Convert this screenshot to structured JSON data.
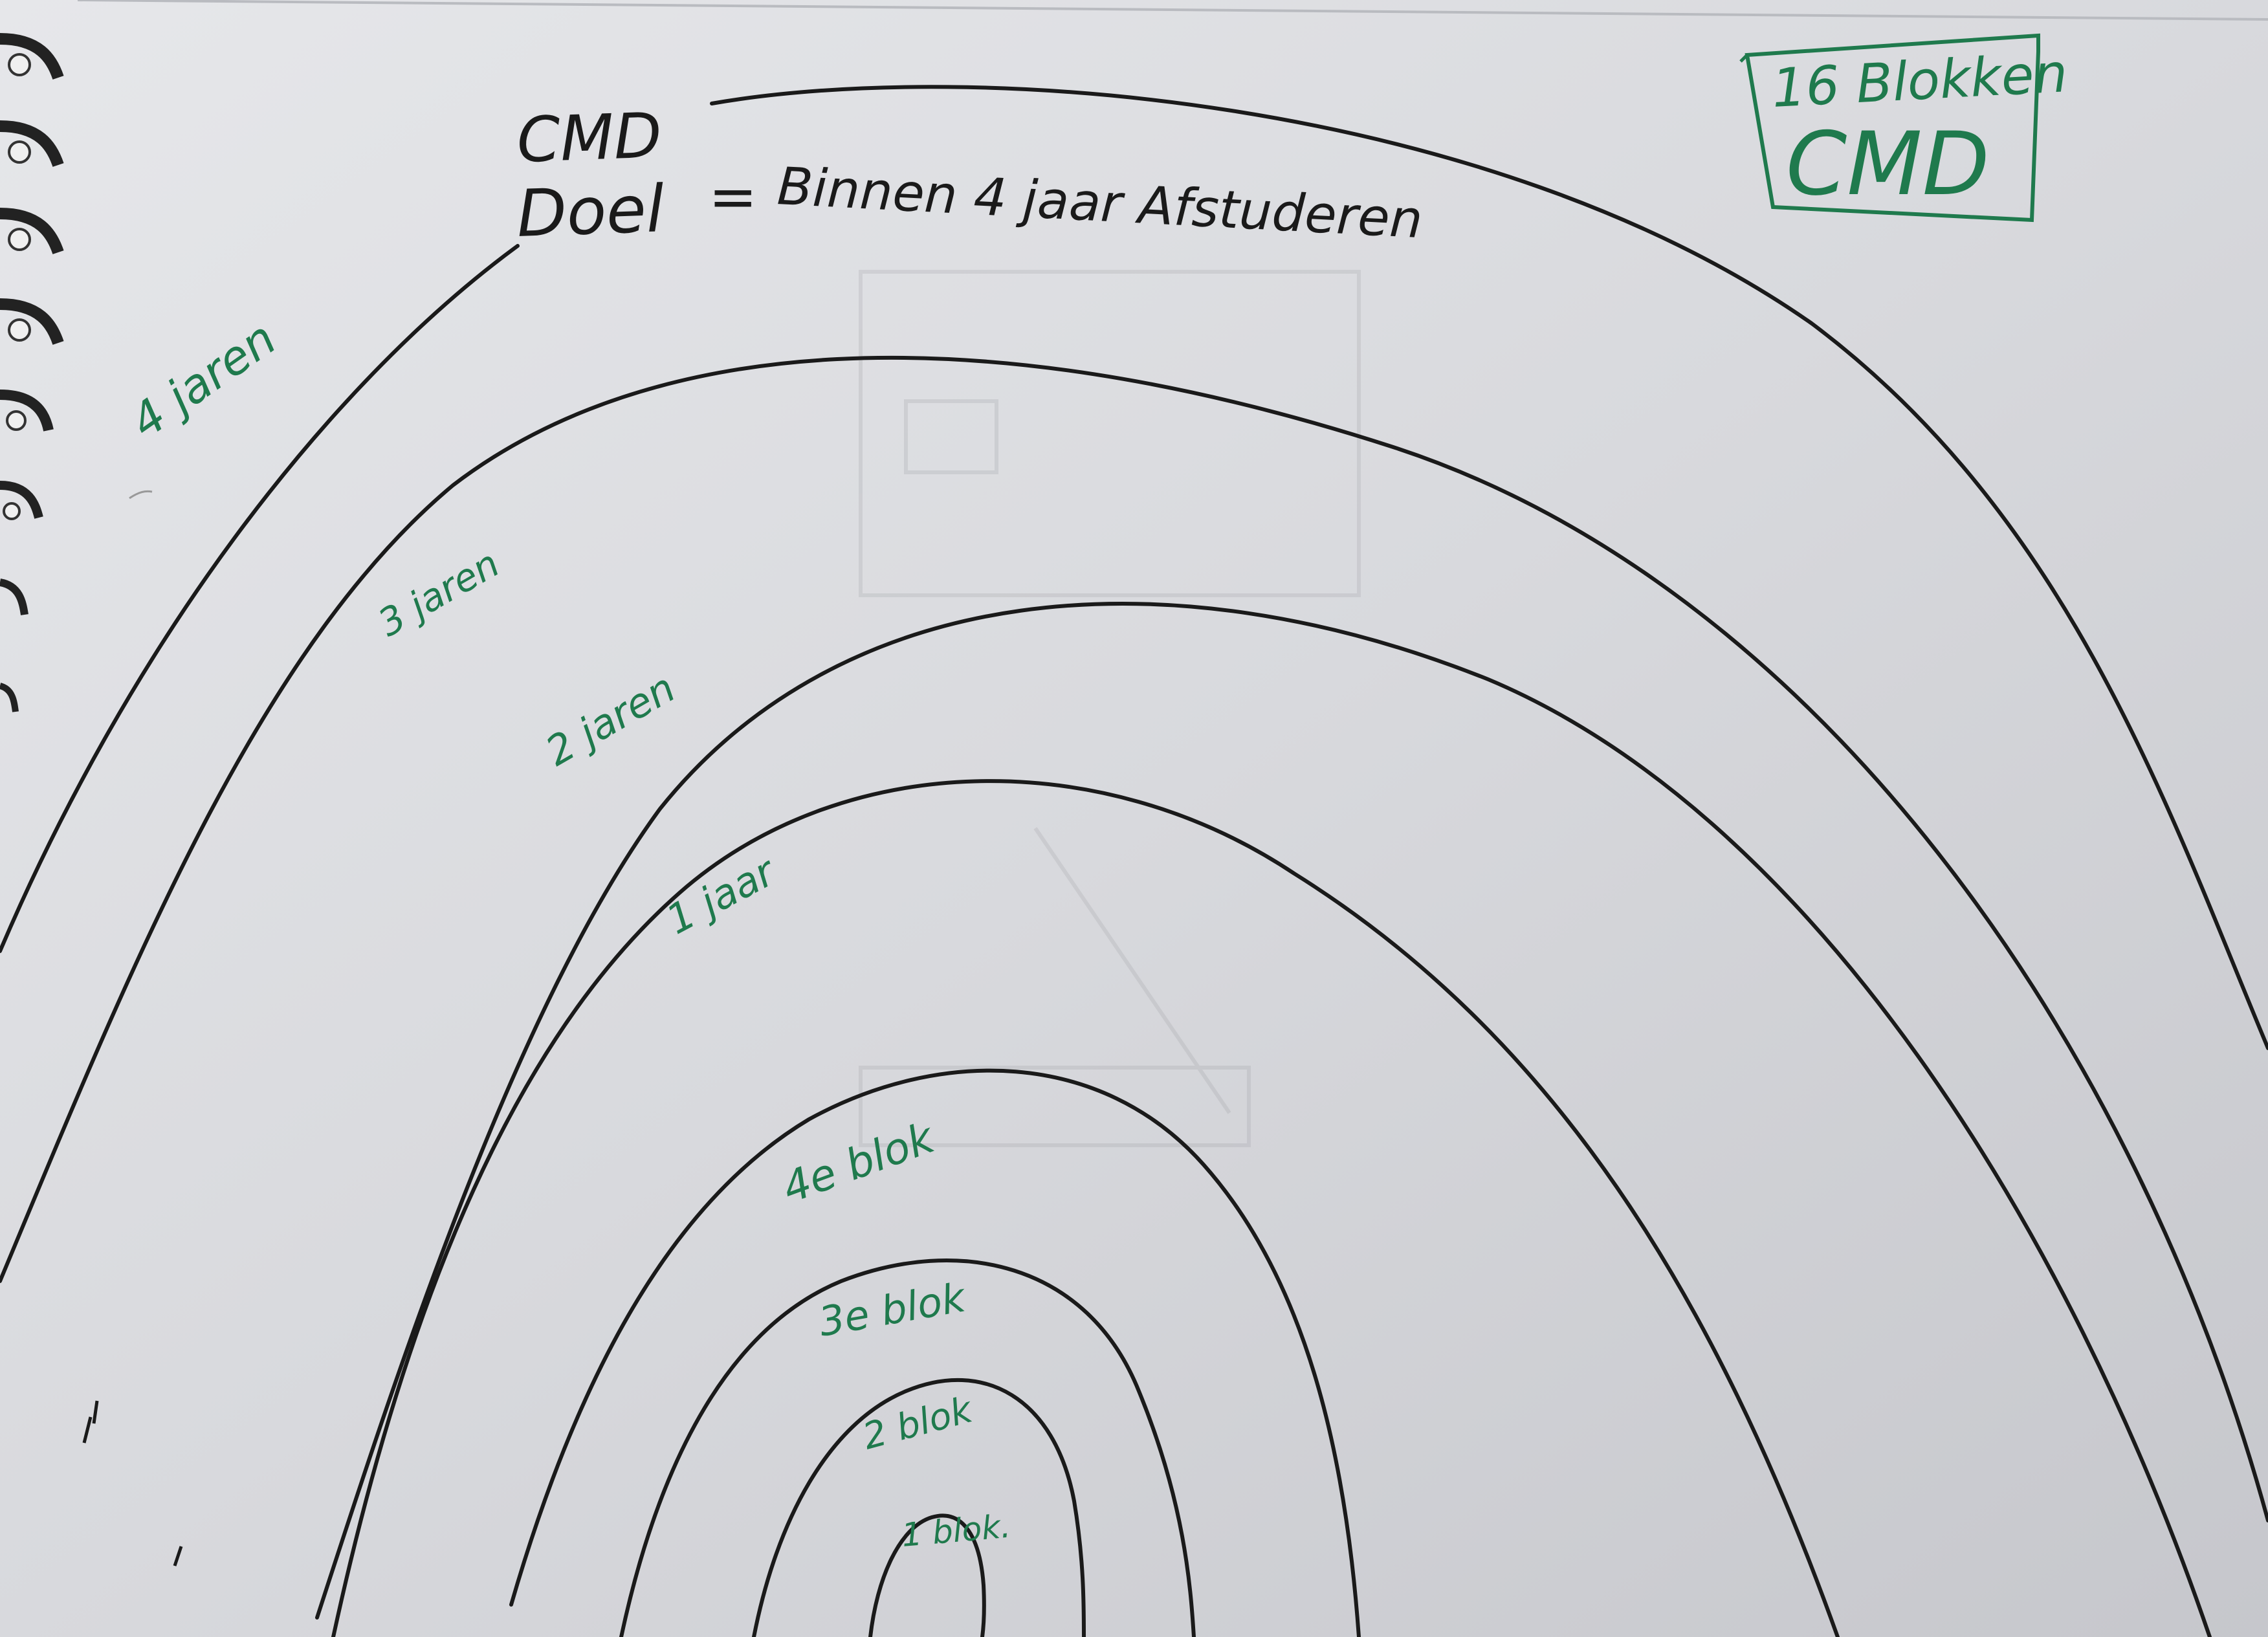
{
  "header": {
    "program": "CMD",
    "goal_label": "Doel",
    "goal_sep": "=",
    "goal_text": "Binnen 4 jaar Afstuderen"
  },
  "box": {
    "line1": "16 Blokken",
    "line2": "CMD"
  },
  "rings": [
    {
      "label": "4 jaren"
    },
    {
      "label": "3 jaren"
    },
    {
      "label": "2 jaren"
    },
    {
      "label": "1 jaar"
    },
    {
      "label": "4e blok"
    },
    {
      "label": "3e blok"
    },
    {
      "label": "2 blok"
    },
    {
      "label": "1 blok."
    }
  ],
  "colors": {
    "paper": "#dcdde1",
    "ink_black": "#1a1a1a",
    "ink_green": "#1f7a4d",
    "background": "#c9cbd0"
  }
}
